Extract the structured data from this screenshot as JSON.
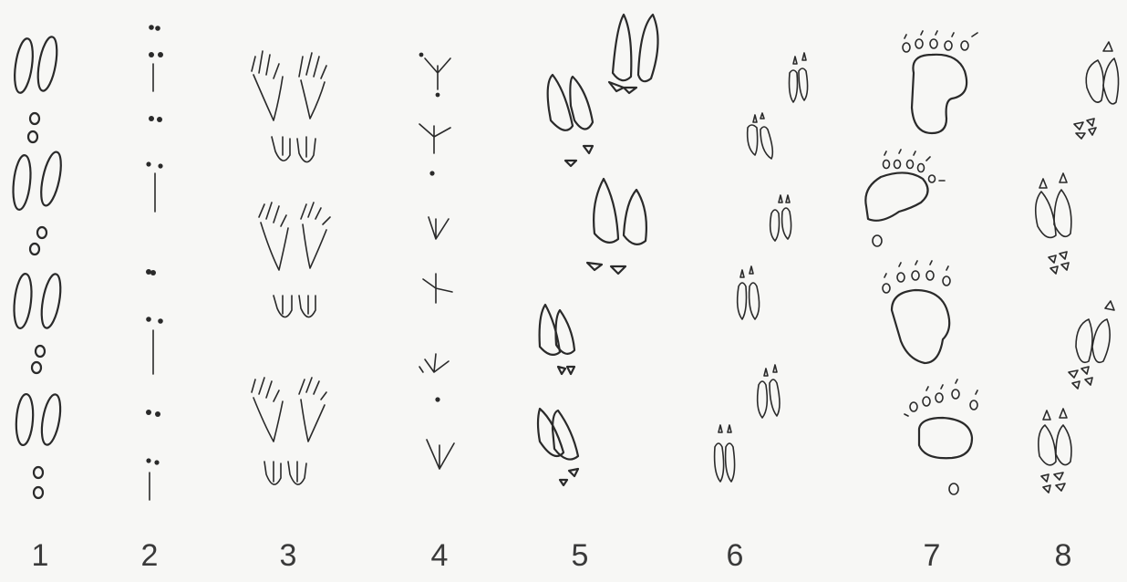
{
  "track_labels": [
    "1",
    "2",
    "3",
    "4",
    "5",
    "6",
    "7",
    "8"
  ],
  "colors": {
    "ink": "#2a2a2a",
    "paper": "#f7f7f5"
  }
}
